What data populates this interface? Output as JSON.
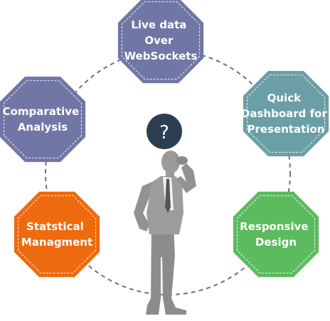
{
  "diagram": {
    "center_glyph": "?",
    "nodes": [
      {
        "id": "live-data",
        "lines": [
          "Live data",
          "Over",
          "WebSockets"
        ],
        "color": "#7077a6"
      },
      {
        "id": "quick-dashboard",
        "lines": [
          "Quick",
          "Dashboard for",
          "Presentation"
        ],
        "color": "#6a9fa5"
      },
      {
        "id": "responsive-design",
        "lines": [
          "Responsive",
          "Design"
        ],
        "color": "#5cbb5e"
      },
      {
        "id": "statstical-managment",
        "lines": [
          "Statstical",
          "Managment"
        ],
        "color": "#ee6a0f"
      },
      {
        "id": "comparative-analysis",
        "lines": [
          "Comparative",
          "Analysis"
        ],
        "color": "#7077a6"
      }
    ],
    "colors": {
      "ring": "#6b7090",
      "question_bubble": "#2c3e50",
      "figure_suit": "#9a9a9a",
      "figure_dark": "#7f7f7f"
    }
  }
}
